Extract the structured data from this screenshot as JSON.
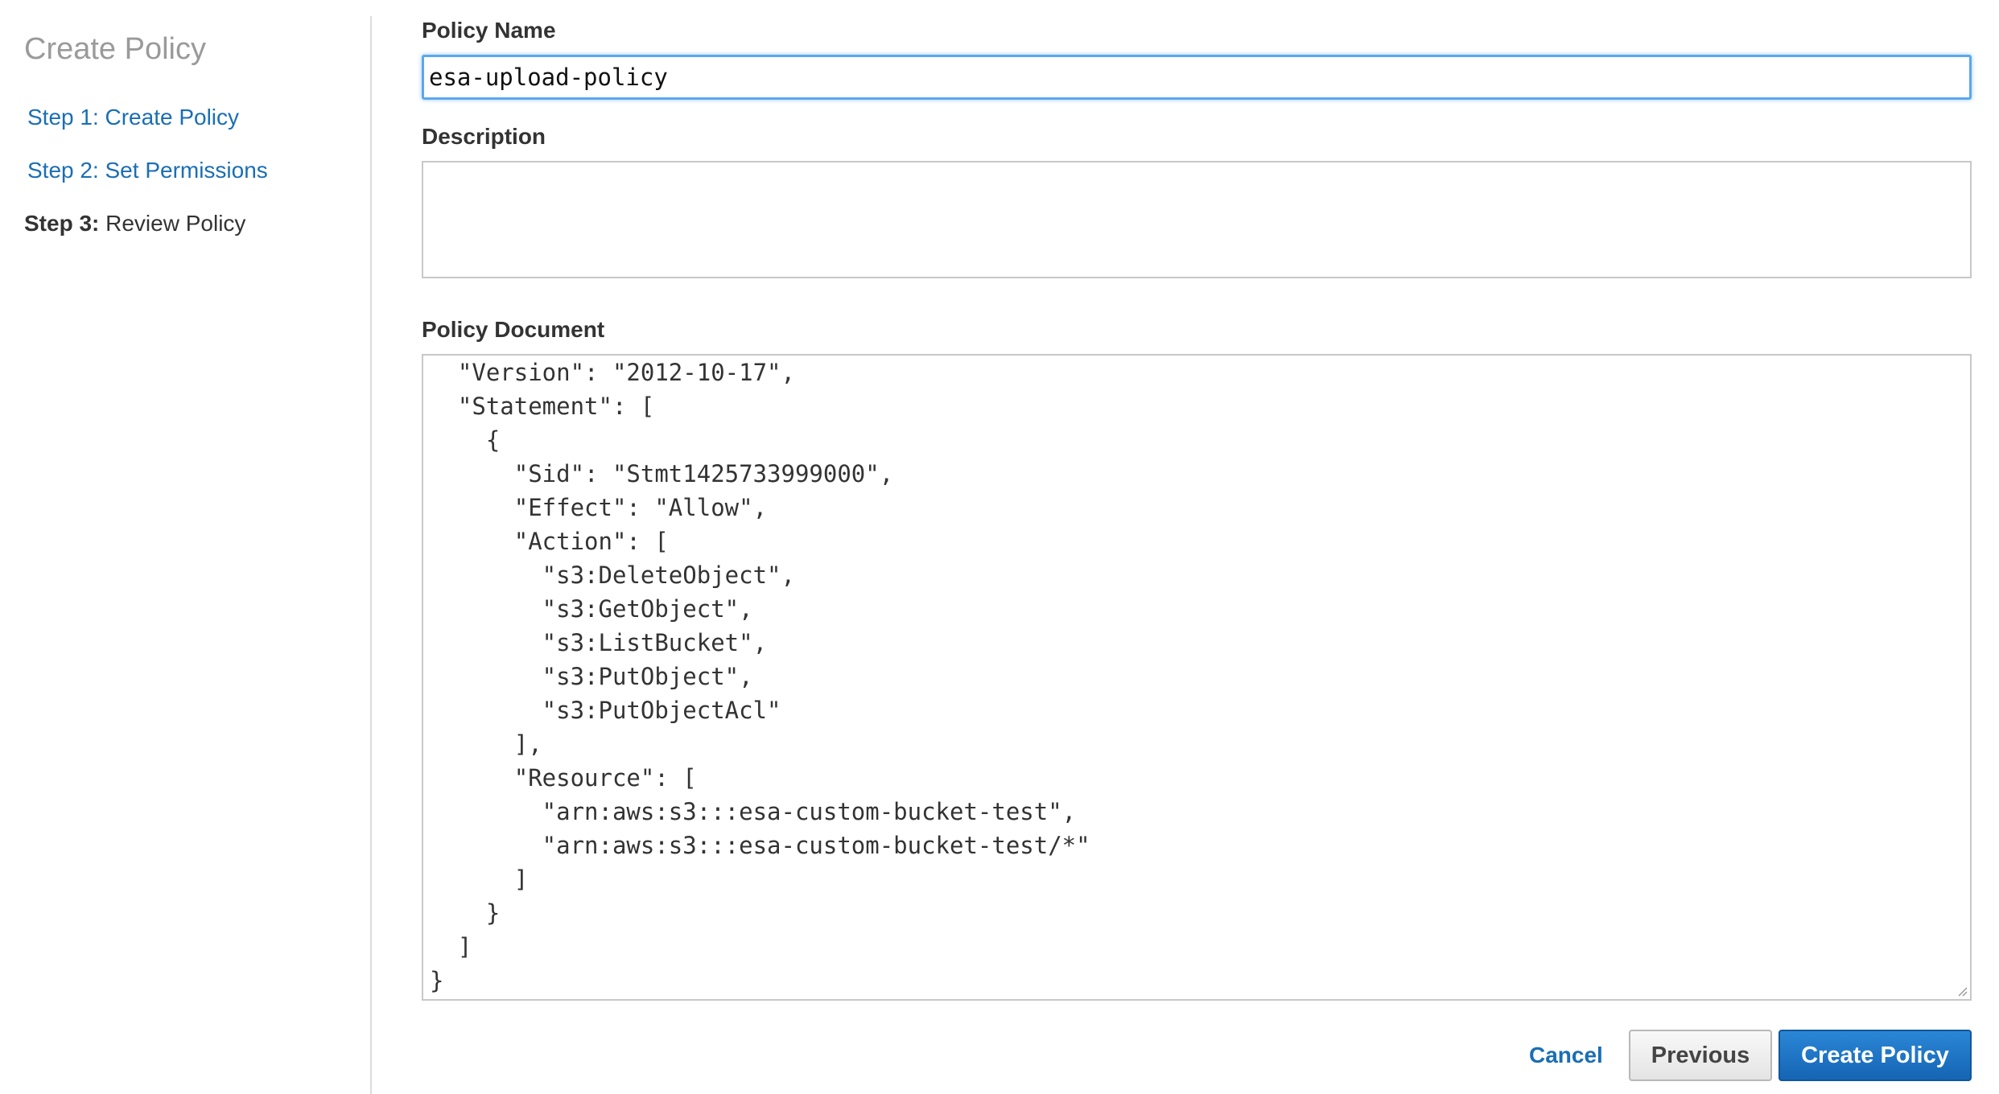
{
  "sidebar": {
    "title": "Create Policy",
    "steps": [
      {
        "label": "Step 1: Create Policy"
      },
      {
        "label": "Step 2: Set Permissions"
      },
      {
        "num": "Step 3:",
        "label": " Review Policy"
      }
    ]
  },
  "form": {
    "policy_name_label": "Policy Name",
    "policy_name_value": "esa-upload-policy",
    "description_label": "Description",
    "description_value": "",
    "document_label": "Policy Document",
    "document_text": "  \"Version\": \"2012-10-17\",\n  \"Statement\": [\n    {\n      \"Sid\": \"Stmt1425733999000\",\n      \"Effect\": \"Allow\",\n      \"Action\": [\n        \"s3:DeleteObject\",\n        \"s3:GetObject\",\n        \"s3:ListBucket\",\n        \"s3:PutObject\",\n        \"s3:PutObjectAcl\"\n      ],\n      \"Resource\": [\n        \"arn:aws:s3:::esa-custom-bucket-test\",\n        \"arn:aws:s3:::esa-custom-bucket-test/*\"\n      ]\n    }\n  ]\n}"
  },
  "actions": {
    "cancel_label": "Cancel",
    "previous_label": "Previous",
    "create_label": "Create Policy"
  },
  "colors": {
    "link": "#1a6eb5",
    "primary_button": "#1a72c4",
    "focus_border": "#5aa7f0"
  }
}
